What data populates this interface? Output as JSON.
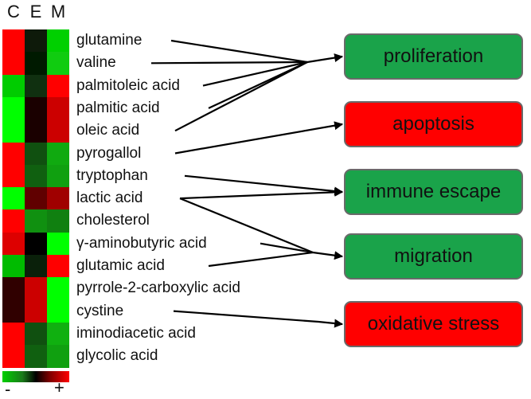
{
  "columns": [
    "C",
    "E",
    "M"
  ],
  "metabolites": [
    {
      "name": "glutamine",
      "colors": [
        "#ff0000",
        "#0e1a0a",
        "#00d000"
      ]
    },
    {
      "name": "valine",
      "colors": [
        "#ff0000",
        "#001a00",
        "#10cc10"
      ]
    },
    {
      "name": "palmitoleic acid",
      "colors": [
        "#00cc00",
        "#103010",
        "#ff0000"
      ]
    },
    {
      "name": "palmitic acid",
      "colors": [
        "#00ff00",
        "#1a0000",
        "#cc0000"
      ]
    },
    {
      "name": "oleic acid",
      "colors": [
        "#00ff00",
        "#1a0000",
        "#cc0000"
      ]
    },
    {
      "name": "pyrogallol",
      "colors": [
        "#ff0000",
        "#105010",
        "#10aa10"
      ]
    },
    {
      "name": "tryptophan",
      "colors": [
        "#ff0000",
        "#106010",
        "#10a010"
      ]
    },
    {
      "name": "lactic acid",
      "colors": [
        "#00ff00",
        "#600000",
        "#a00000"
      ]
    },
    {
      "name": "cholesterol",
      "colors": [
        "#ff0000",
        "#109010",
        "#108010"
      ]
    },
    {
      "name": "γ-aminobutyric acid",
      "colors": [
        "#dd0000",
        "#000000",
        "#00ff00"
      ]
    },
    {
      "name": "glutamic acid",
      "colors": [
        "#00bb00",
        "#0a200a",
        "#ff0000"
      ]
    },
    {
      "name": "pyrrole-2-carboxylic acid",
      "colors": [
        "#300000",
        "#cc0000",
        "#00ff00"
      ]
    },
    {
      "name": "cystine",
      "colors": [
        "#300000",
        "#cc0000",
        "#00ff00"
      ]
    },
    {
      "name": "iminodiacetic acid",
      "colors": [
        "#ff0000",
        "#105010",
        "#10b010"
      ]
    },
    {
      "name": "glycolic acid",
      "colors": [
        "#ff0000",
        "#106010",
        "#10a010"
      ]
    }
  ],
  "processes": [
    {
      "label": "proliferation",
      "color": "#1aa34a",
      "sources": [
        0,
        1,
        2,
        3,
        4
      ]
    },
    {
      "label": "apoptosis",
      "color": "#ff0000",
      "sources": [
        5
      ]
    },
    {
      "label": "immune escape",
      "color": "#1aa34a",
      "sources": [
        6,
        7
      ]
    },
    {
      "label": "migration",
      "color": "#1aa34a",
      "sources": [
        7,
        9,
        10
      ]
    },
    {
      "label": "oxidative stress",
      "color": "#ff0000",
      "sources": [
        12
      ]
    }
  ],
  "scale": {
    "low_label": "-",
    "high_label": "+"
  }
}
